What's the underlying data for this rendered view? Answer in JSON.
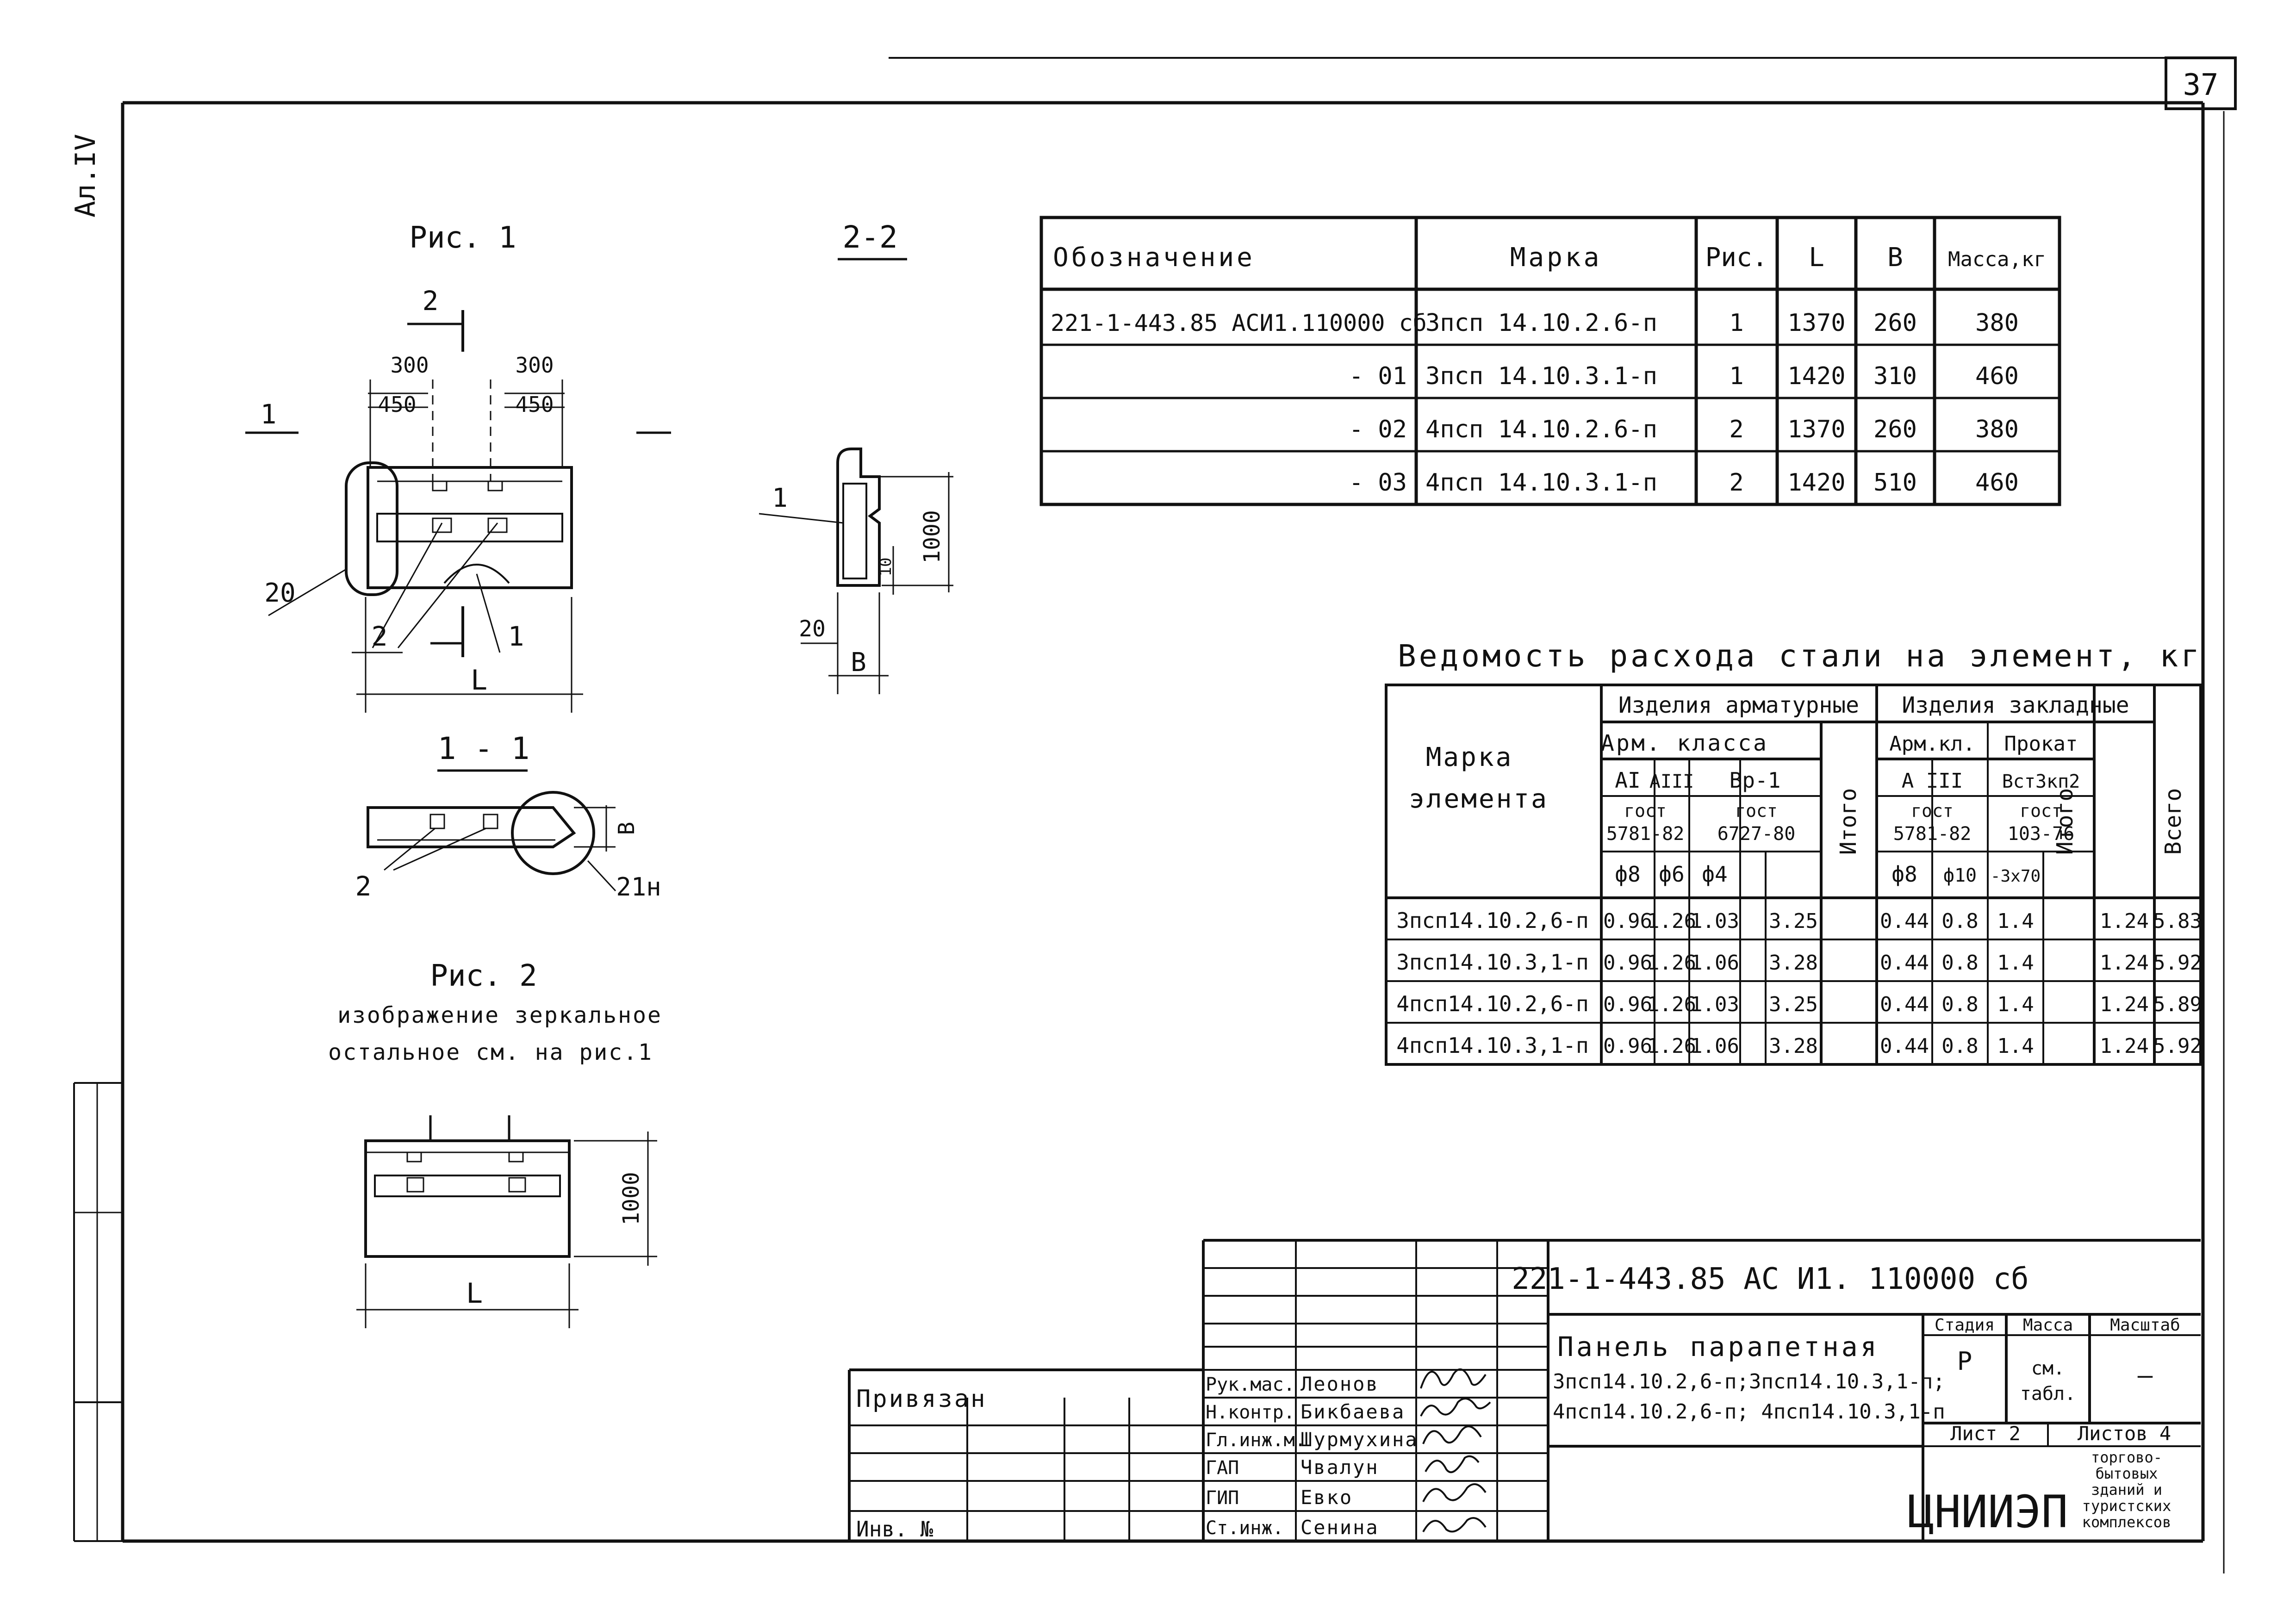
{
  "sheet_number": "37",
  "album_label": "Ал.IV",
  "fig1": {
    "title": "Рис. 1",
    "dim_300a": "300",
    "dim_450a": "450",
    "dim_300b": "300",
    "dim_450b": "450",
    "dim_L": "L",
    "callout_20": "20",
    "callout_2": "2",
    "callout_1": "1",
    "section_mark_2": "2",
    "section_mark_1": "1"
  },
  "section22": {
    "title": "2-2",
    "dim_1000": "1000",
    "dim_10": "10",
    "dim_20": "20",
    "dim_B": "B",
    "callout_1": "1"
  },
  "section11": {
    "title": "1 - 1",
    "dim_B": "B",
    "callout_2": "2",
    "callout_21H": "21н"
  },
  "fig2": {
    "title": "Рис. 2",
    "note_line1": "изображение зеркальное",
    "note_line2": "остальное см.   на рис.1",
    "dim_1000": "1000",
    "dim_L": "L"
  },
  "main_table": {
    "headers": [
      "Обозначение",
      "Марка",
      "Рис.",
      "L",
      "B",
      "Масса,кг"
    ],
    "rows": [
      [
        "221-1-443.85 АСИ1.110000 сб",
        "3псп 14.10.2.6-п",
        "1",
        "1370",
        "260",
        "380"
      ],
      [
        "- 01",
        "3псп 14.10.3.1-п",
        "1",
        "1420",
        "310",
        "460"
      ],
      [
        "- 02",
        "4псп 14.10.2.6-п",
        "2",
        "1370",
        "260",
        "380"
      ],
      [
        "- 03",
        "4псп 14.10.3.1-п",
        "2",
        "1420",
        "510",
        "460"
      ]
    ]
  },
  "steel_table": {
    "title": "Ведомость расхода стали на элемент, кг",
    "h_mark": "Марка",
    "h_mark2": "элемента",
    "h_arm": "Изделия арматурные",
    "h_zakl": "Изделия закладные",
    "h_arm_class": "Арм. класса",
    "h_arm_kl": "Арм.кл.",
    "h_prokat": "Прокат",
    "h_AI": "АI",
    "h_AIII": "АIII",
    "h_BP1": "Вр-1",
    "h_AIII_2": "А III",
    "h_Vst": "Вст3кп2",
    "h_gost1": "гост",
    "h_gost1_num": "5781-82",
    "h_gost2": "гост",
    "h_gost2_num": "6727-80",
    "h_gost3": "гост",
    "h_gost3_num": "5781-82",
    "h_gost4": "гост",
    "h_gost4_num": "103-76",
    "h_d8": "ф8",
    "h_d6": "ф6",
    "h_d4": "ф4",
    "h_d8b": "ф8",
    "h_d10": "ф10",
    "h_sz": "-3х70",
    "h_itogo1": "Итого",
    "h_itogo2": "Итого",
    "h_vsego": "Всего",
    "rows": [
      [
        "3псп14.10.2,6-п",
        "0.96",
        "1.26",
        "1.03",
        "",
        "3.25",
        "0.44",
        "0.8",
        "1.4",
        "",
        "1.24",
        "5.83"
      ],
      [
        "3псп14.10.3,1-п",
        "0.96",
        "1.26",
        "1.06",
        "",
        "3.28",
        "0.44",
        "0.8",
        "1.4",
        "",
        "1.24",
        "5.92"
      ],
      [
        "4псп14.10.2,6-п",
        "0.96",
        "1.26",
        "1.03",
        "",
        "3.25",
        "0.44",
        "0.8",
        "1.4",
        "",
        "1.24",
        "5.89"
      ],
      [
        "4псп14.10.3,1-п",
        "0.96",
        "1.26",
        "1.06",
        "",
        "3.28",
        "0.44",
        "0.8",
        "1.4",
        "",
        "1.24",
        "5.92"
      ]
    ]
  },
  "title_block": {
    "code": "221-1-443.85 АС И1. 110000 сб",
    "name_line1": "Панель парапетная",
    "name_line2": "3псп14.10.2,6-п;3псп14.10.3,1-п;",
    "name_line3": "4псп14.10.2,6-п; 4псп14.10.3,1-п",
    "stage_label": "Стадия",
    "mass_label": "Масса",
    "scale_label": "Масштаб",
    "stage_value": "Р",
    "mass_value_1": "см.",
    "mass_value_2": "табл.",
    "scale_value": "—",
    "sheet_label": "Лист 2",
    "sheets_label": "Листов 4",
    "org": "ЦНИИЭП",
    "org_desc_1": "торгово-",
    "org_desc_2": "бытовых",
    "org_desc_3": "зданий и",
    "org_desc_4": "туристских",
    "org_desc_5": "комплексов",
    "privyazan": "Привязан",
    "inv": "Инв. №",
    "staff": [
      {
        "role": "Рук.мас.",
        "name": "Леонов"
      },
      {
        "role": "Н.контр.",
        "name": "Бикбаева"
      },
      {
        "role": "Гл.инж.м.",
        "name": "Шурмухина"
      },
      {
        "role": "ГАП",
        "name": "Чвалун"
      },
      {
        "role": "ГИП",
        "name": "Евко"
      },
      {
        "role": "Ст.инж.",
        "name": "Сенина"
      }
    ]
  }
}
